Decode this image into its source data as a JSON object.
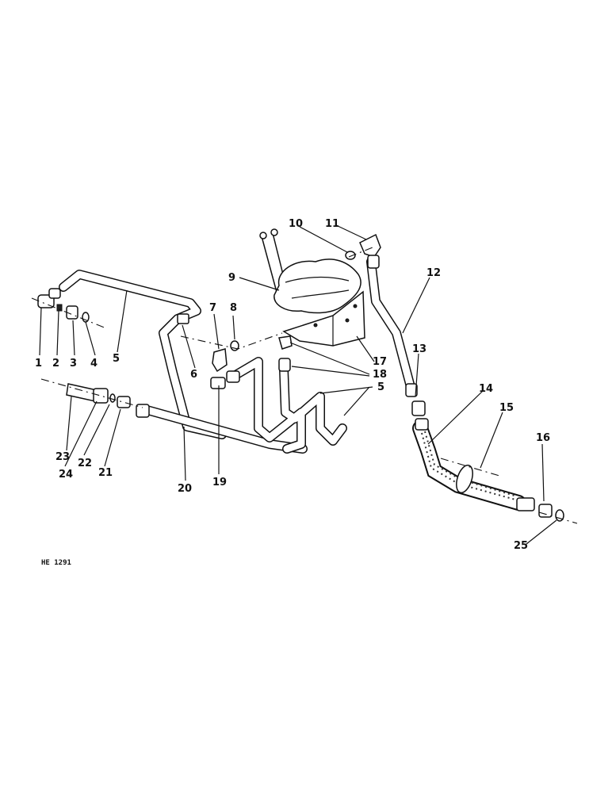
{
  "figure_ref": "HE 1291",
  "callouts": [
    "1",
    "2",
    "3",
    "4",
    "5",
    "5",
    "6",
    "7",
    "8",
    "9",
    "10",
    "11",
    "12",
    "13",
    "14",
    "15",
    "16",
    "17",
    "18",
    "19",
    "20",
    "21",
    "22",
    "23",
    "24",
    "25"
  ]
}
